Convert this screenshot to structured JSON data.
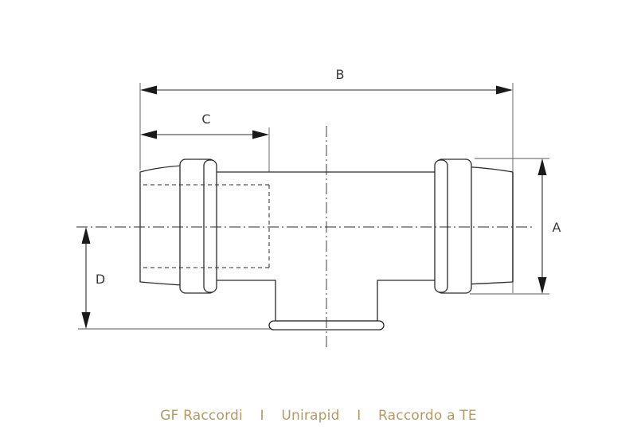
{
  "dimensions": {
    "a": "A",
    "b": "B",
    "c": "C",
    "d": "D"
  },
  "caption": {
    "brand": "GF Raccordi",
    "separator": "I",
    "product_line": "Unirapid",
    "product": "Raccordo a TE"
  }
}
